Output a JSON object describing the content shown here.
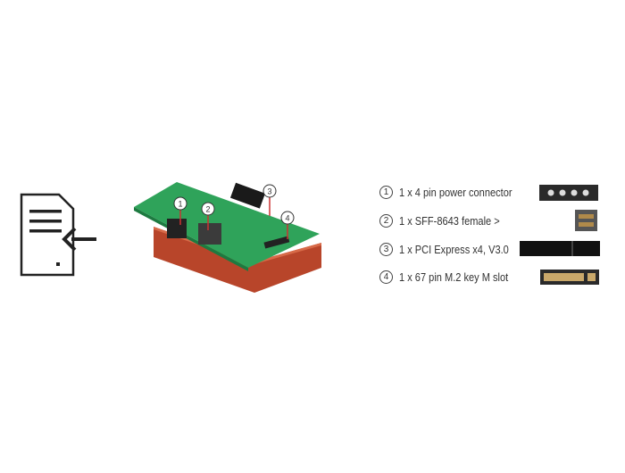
{
  "callouts": [
    "1",
    "2",
    "3",
    "4"
  ],
  "features": [
    {
      "num": "1",
      "label": "1 x 4 pin power connector",
      "icon": "molex-power-connector"
    },
    {
      "num": "2",
      "label": "1 x SFF-8643 female >",
      "icon": "sff-8643-port"
    },
    {
      "num": "3",
      "label": "1 x PCI Express x4, V3.0",
      "icon": "pcie-slot"
    },
    {
      "num": "4",
      "label": "1 x 67 pin M.2 key M slot",
      "icon": "m2-slot"
    }
  ],
  "colors": {
    "board": "#2fa35a",
    "base": "#c9502f",
    "text": "#333333"
  }
}
